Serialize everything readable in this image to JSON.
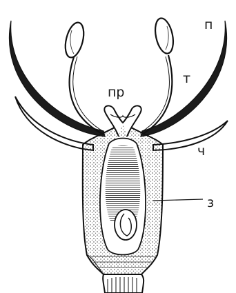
{
  "labels": {
    "petal": "п",
    "anther": "т",
    "stigma": "пр",
    "sepal": "ч",
    "ovary": "з"
  }
}
